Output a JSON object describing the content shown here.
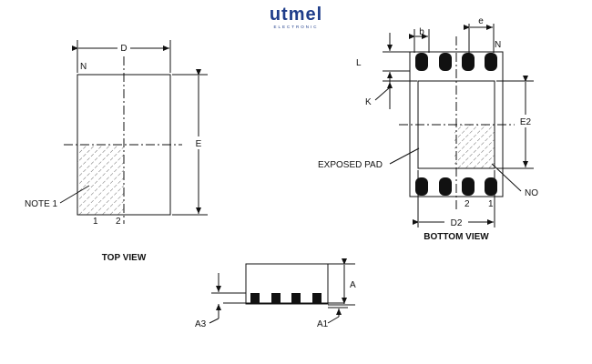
{
  "logo": {
    "name": "utmel",
    "sub": "ELECTRONIC",
    "color": "#1f3d8a"
  },
  "top_view": {
    "caption": "TOP VIEW",
    "dim_width": "D",
    "dim_height": "E",
    "pin_n": "N",
    "note": "NOTE 1",
    "pin1": "1",
    "pin2": "2"
  },
  "bottom_view": {
    "caption": "BOTTOM VIEW",
    "dim_b": "b",
    "dim_e": "e",
    "pin_n": "N",
    "dim_l": "L",
    "dim_k": "K",
    "dim_e2": "E2",
    "dim_d2": "D2",
    "exposed_pad": "EXPOSED PAD",
    "note_cut": "NO",
    "pin2": "2",
    "pin1": "1"
  },
  "side_view": {
    "dim_a": "A",
    "dim_a1": "A1",
    "dim_a3": "A3"
  }
}
